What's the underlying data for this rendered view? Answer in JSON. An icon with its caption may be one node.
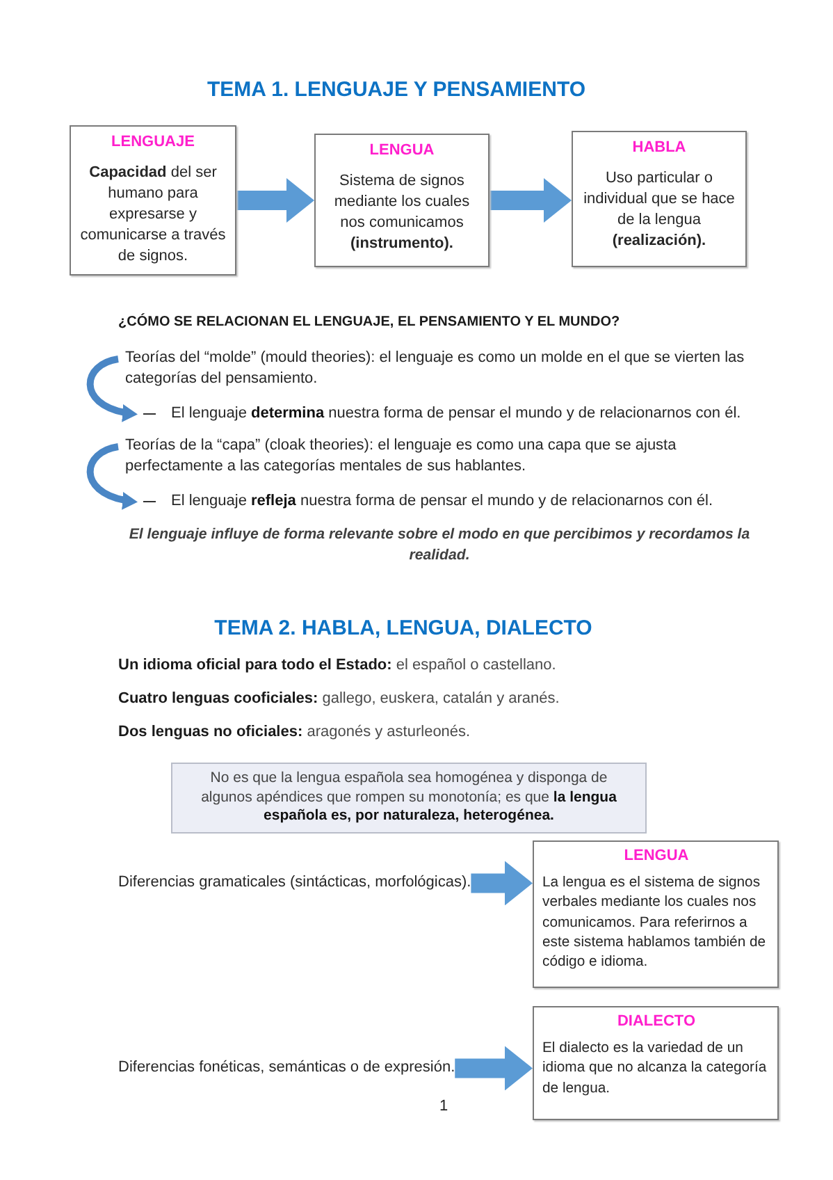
{
  "diagram": {
    "title": "TEMA 1. LENGUAJE Y PENSAMIENTO",
    "nodes": [
      {
        "text": [
          "LENGUAJE",
          "**Capacidad** del ser humano para expresarse y comunicarse a través de signos."
        ]
      },
      {
        "text": [
          "LENGUA",
          "Sistema de signos mediante los cuales nos comunicamos **(instrumento).**"
        ]
      },
      {
        "text": [
          "HABLA",
          "Uso particular o individual que se hace de la lengua **(realización).**"
        ]
      },
      {
        "text": [
          "Teorías del “molde” (mould theories): el lenguaje es como un molde en el que se vierten las categorías del pensamiento."
        ]
      },
      {
        "text": [
          "El lenguaje **determina** nuestra forma de pensar el mundo y de relacionarnos con él."
        ]
      },
      {
        "text": [
          "Teorías de la “capa” (cloak theories): el lenguaje es como una capa que se ajusta perfectamente a las categorías mentales de sus hablantes."
        ]
      },
      {
        "text": [
          "El lenguaje **refleja** nuestra forma de pensar el mundo y de relacionarnos con él."
        ]
      },
      {
        "text": [
          "No es que la lengua española sea homogénea y disponga de algunos apéndices que rompen su monotonía; es que **la lengua española es, por naturaleza, heterogénea.**"
        ]
      },
      {
        "text": [
          "Diferencias gramaticales (sintácticas, morfológicas)."
        ]
      },
      {
        "text": [
          "LENGUA",
          "La lengua es el sistema de signos verbales mediante los cuales nos comunicamos. Para referirnos a este sistema hablamos también de código e idioma."
        ]
      },
      {
        "text": [
          "Diferencias fonéticas, semánticas o de expresión."
        ]
      },
      {
        "text": [
          "DIALECTO",
          "El dialecto es la variedad de un idioma que no alcanza la categoría de lengua."
        ]
      }
    ],
    "edges": [
      {
        "from": 0,
        "to": 1,
        "arrow": "to"
      },
      {
        "from": 1,
        "to": 2,
        "arrow": "to"
      },
      {
        "from": 3,
        "to": 4,
        "arrow": "to"
      },
      {
        "from": 5,
        "to": 6,
        "arrow": "to"
      },
      {
        "from": 8,
        "to": 9,
        "arrow": "to"
      },
      {
        "from": 10,
        "to": 11,
        "arrow": "to"
      }
    ],
    "labels": [
      "¿CÓMO SE RELACIONAN EL LENGUAJE, EL PENSAMIENTO Y EL MUNDO?",
      "El lenguaje influye de forma relevante sobre el modo en que percibimos y recordamos la realidad.",
      "TEMA 2. HABLA, LENGUA, DIALECTO",
      "**Un idioma oficial para todo el Estado:** el español o castellano.",
      "**Cuatro lenguas cooficiales:** gallego, euskera, catalán y aranés.",
      "**Dos lenguas no oficiales:** aragonés y asturleonés.",
      "1"
    ]
  }
}
